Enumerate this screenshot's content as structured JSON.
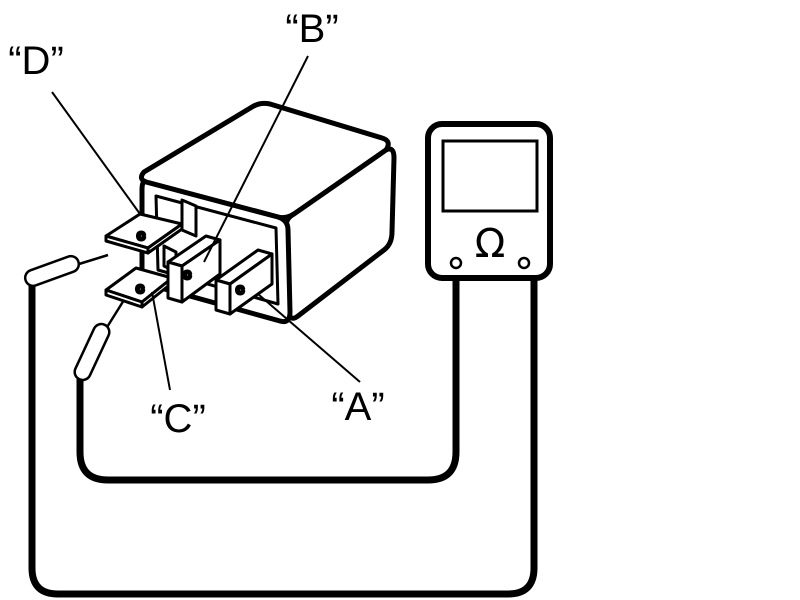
{
  "labels": {
    "a": "“A”",
    "b": "“B”",
    "c": "“C”",
    "d": "“D”"
  },
  "meter": {
    "symbol": "Ω",
    "kind": "ohmmeter"
  },
  "terminal_mark": "c",
  "colors": {
    "line": "#000000",
    "background": "#ffffff"
  }
}
